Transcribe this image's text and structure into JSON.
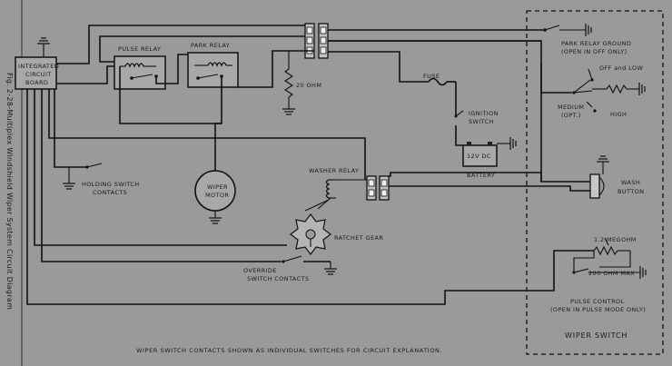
{
  "figure": {
    "caption": "Fig. 2-28-Multiplex Windshield Wiper System Circuit Diagram",
    "footer_note": "WIPER SWITCH CONTACTS SHOWN AS INDIVIDUAL SWITCHES FOR CIRCUIT EXPLANATION."
  },
  "labels": {
    "icb_line1": "INTEGRATED",
    "icb_line2": "CIRCUIT",
    "icb_line3": "BOARD",
    "pulse_relay": "PULSE RELAY",
    "park_relay": "PARK RELAY",
    "resistor_20": "20 OHM",
    "fuse": "FUSE",
    "ignition_1": "IGNITION",
    "ignition_2": "SWITCH",
    "battery_value": "12V DC",
    "battery": "BATTERY",
    "park_ground_1": "PARK RELAY GROUND",
    "park_ground_2": "(OPEN IN OFF ONLY)",
    "off_low": "OFF and LOW",
    "medium_1": "MEDIUM",
    "medium_2": "(OPT.)",
    "high": "HIGH",
    "wash_1": "WASH",
    "wash_2": "BUTTON",
    "holding_1": "HOLDING SWITCH",
    "holding_2": "CONTACTS",
    "motor_1": "WIPER",
    "motor_2": "MOTOR",
    "washer_relay": "WASHER RELAY",
    "ratchet": "RATCHET GEAR",
    "override_1": "OVERRIDE",
    "override_2": "SWITCH CONTACTS",
    "rheostat_1": "1.2 MEGOHM",
    "rheostat_2": "200 OHM MAX",
    "pulse_control_1": "PULSE CONTROL",
    "pulse_control_2": "(OPEN IN PULSE MODE ONLY)",
    "wiper_switch": "WIPER SWITCH"
  }
}
